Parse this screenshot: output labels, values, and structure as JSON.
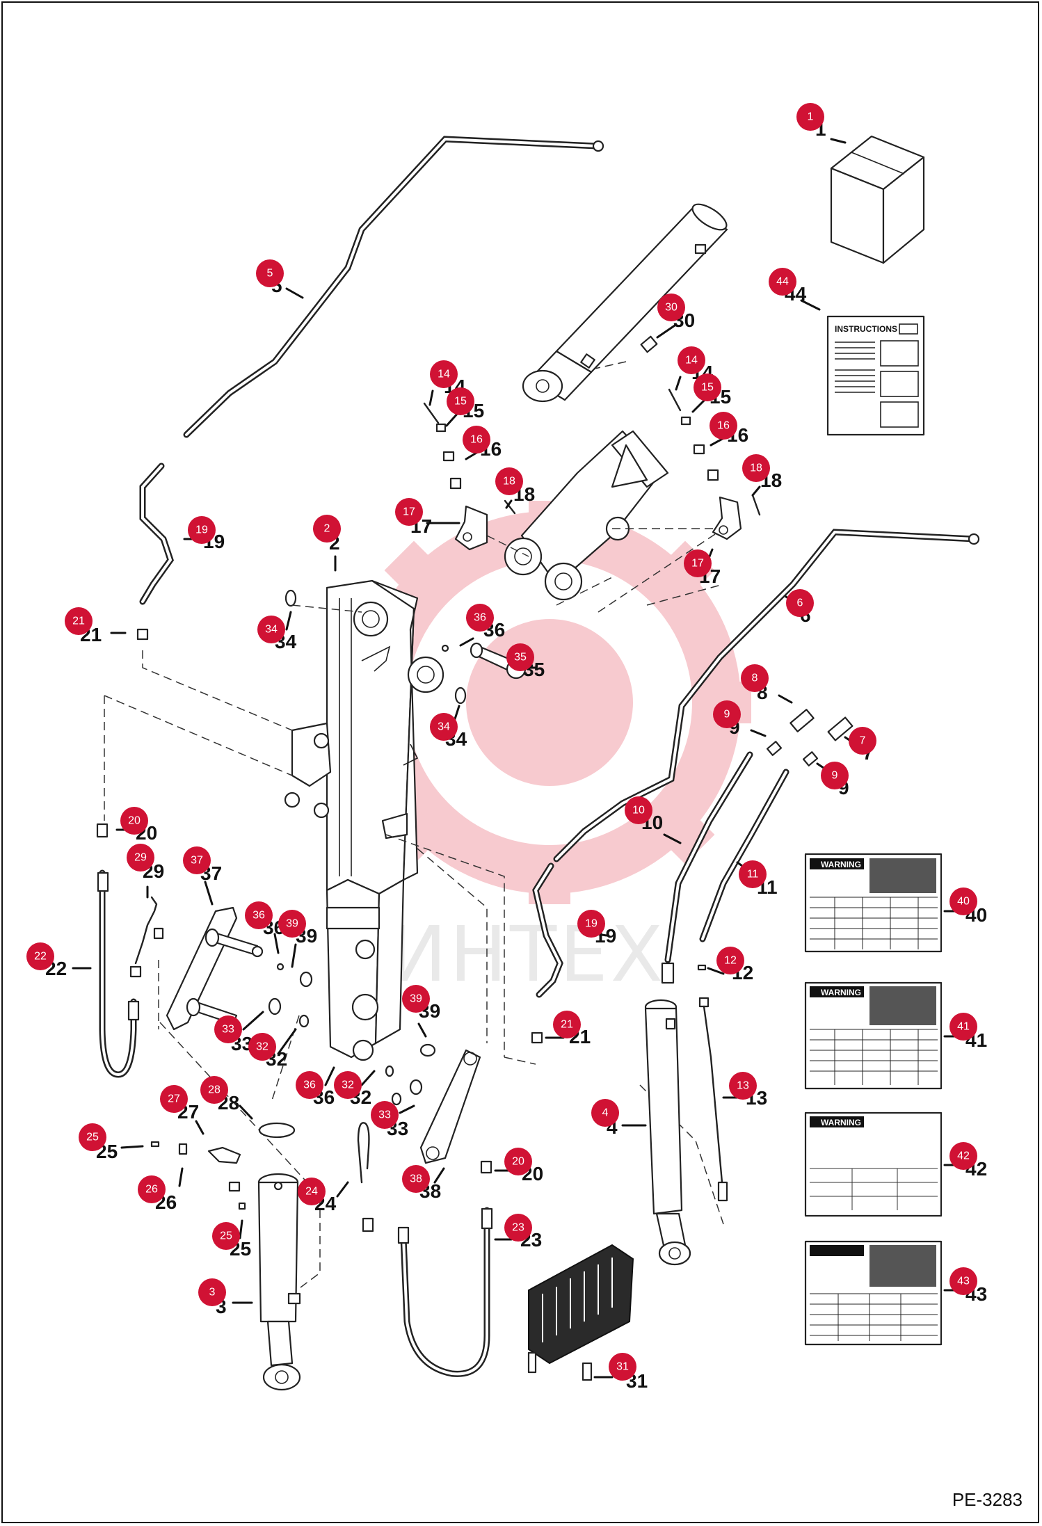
{
  "footer": {
    "code": "PE-3283"
  },
  "watermark": {
    "text": "ИНТЕХ",
    "color": "#f2a0a8"
  },
  "badge_color": "#d01234",
  "instructions_label": "INSTRUCTIONS",
  "decal_warning_label": "WARNING",
  "callouts": [
    {
      "id": "1",
      "label": "1"
    },
    {
      "id": "2",
      "label": "2"
    },
    {
      "id": "3",
      "label": "3"
    },
    {
      "id": "4",
      "label": "4"
    },
    {
      "id": "5",
      "label": "5"
    },
    {
      "id": "6",
      "label": "6"
    },
    {
      "id": "7",
      "label": "7"
    },
    {
      "id": "8",
      "label": "8"
    },
    {
      "id": "9",
      "label": "9"
    },
    {
      "id": "10",
      "label": "10"
    },
    {
      "id": "11",
      "label": "11"
    },
    {
      "id": "12",
      "label": "12"
    },
    {
      "id": "13",
      "label": "13"
    },
    {
      "id": "14",
      "label": "14"
    },
    {
      "id": "15",
      "label": "15"
    },
    {
      "id": "16",
      "label": "16"
    },
    {
      "id": "17",
      "label": "17"
    },
    {
      "id": "18",
      "label": "18"
    },
    {
      "id": "19",
      "label": "19"
    },
    {
      "id": "20",
      "label": "20"
    },
    {
      "id": "21",
      "label": "21"
    },
    {
      "id": "22",
      "label": "22"
    },
    {
      "id": "23",
      "label": "23"
    },
    {
      "id": "24",
      "label": "24"
    },
    {
      "id": "25",
      "label": "25"
    },
    {
      "id": "26",
      "label": "26"
    },
    {
      "id": "27",
      "label": "27"
    },
    {
      "id": "28",
      "label": "28"
    },
    {
      "id": "29",
      "label": "29"
    },
    {
      "id": "30",
      "label": "30"
    },
    {
      "id": "31",
      "label": "31"
    },
    {
      "id": "32",
      "label": "32"
    },
    {
      "id": "33",
      "label": "33"
    },
    {
      "id": "34",
      "label": "34"
    },
    {
      "id": "35",
      "label": "35"
    },
    {
      "id": "36",
      "label": "36"
    },
    {
      "id": "37",
      "label": "37"
    },
    {
      "id": "38",
      "label": "38"
    },
    {
      "id": "39",
      "label": "39"
    },
    {
      "id": "40",
      "label": "40"
    },
    {
      "id": "41",
      "label": "41"
    },
    {
      "id": "42",
      "label": "42"
    },
    {
      "id": "43",
      "label": "43"
    },
    {
      "id": "44",
      "label": "44"
    }
  ]
}
